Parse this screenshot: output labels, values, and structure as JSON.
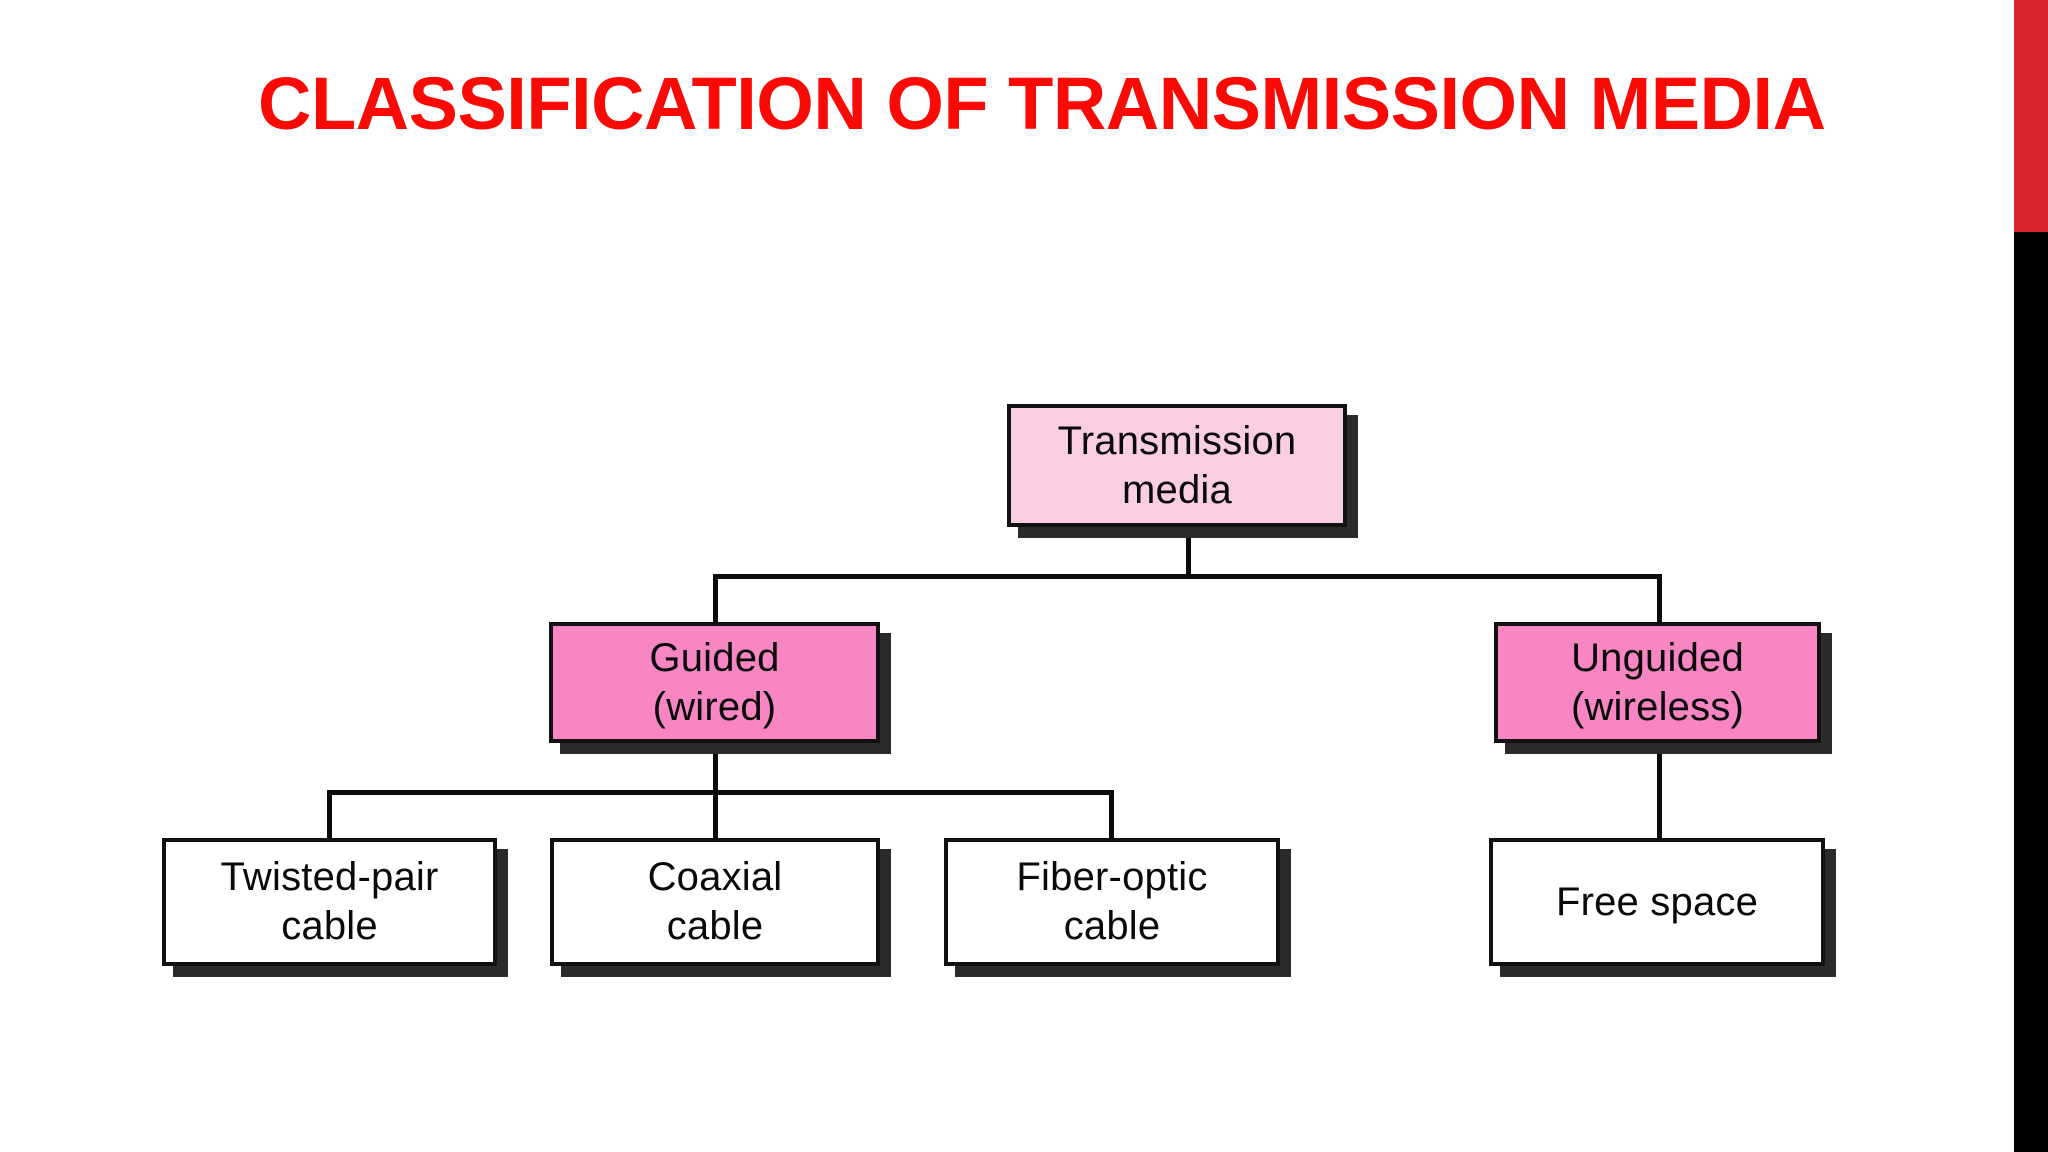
{
  "slide": {
    "title": "CLASSIFICATION OF TRANSMISSION MEDIA",
    "title_color": "#FA0A05",
    "background_color": "#FFFFFF"
  },
  "decor": {
    "right_bar_top_color": "#D9262E",
    "right_bar_bottom_color": "#000000"
  },
  "diagram": {
    "type": "tree",
    "palette": {
      "root_fill": "#F9CDE2",
      "branch_fill": "#F786C2",
      "leaf_fill": "#FFFFFF",
      "border": "#111111",
      "shadow": "#2B2B2B",
      "connector": "#0B0B0B"
    },
    "nodes": {
      "root": {
        "label": "Transmission\nmedia",
        "level": 0
      },
      "guided": {
        "label": "Guided\n(wired)",
        "level": 1
      },
      "unguided": {
        "label": "Unguided\n(wireless)",
        "level": 1
      },
      "twisted_pair": {
        "label": "Twisted-pair\ncable",
        "level": 2
      },
      "coaxial": {
        "label": "Coaxial\ncable",
        "level": 2
      },
      "fiber_optic": {
        "label": "Fiber-optic\ncable",
        "level": 2
      },
      "free_space": {
        "label": "Free space",
        "level": 2
      }
    },
    "edges": [
      {
        "from": "root",
        "to": "guided"
      },
      {
        "from": "root",
        "to": "unguided"
      },
      {
        "from": "guided",
        "to": "twisted_pair"
      },
      {
        "from": "guided",
        "to": "coaxial"
      },
      {
        "from": "guided",
        "to": "fiber_optic"
      },
      {
        "from": "unguided",
        "to": "free_space"
      }
    ]
  }
}
